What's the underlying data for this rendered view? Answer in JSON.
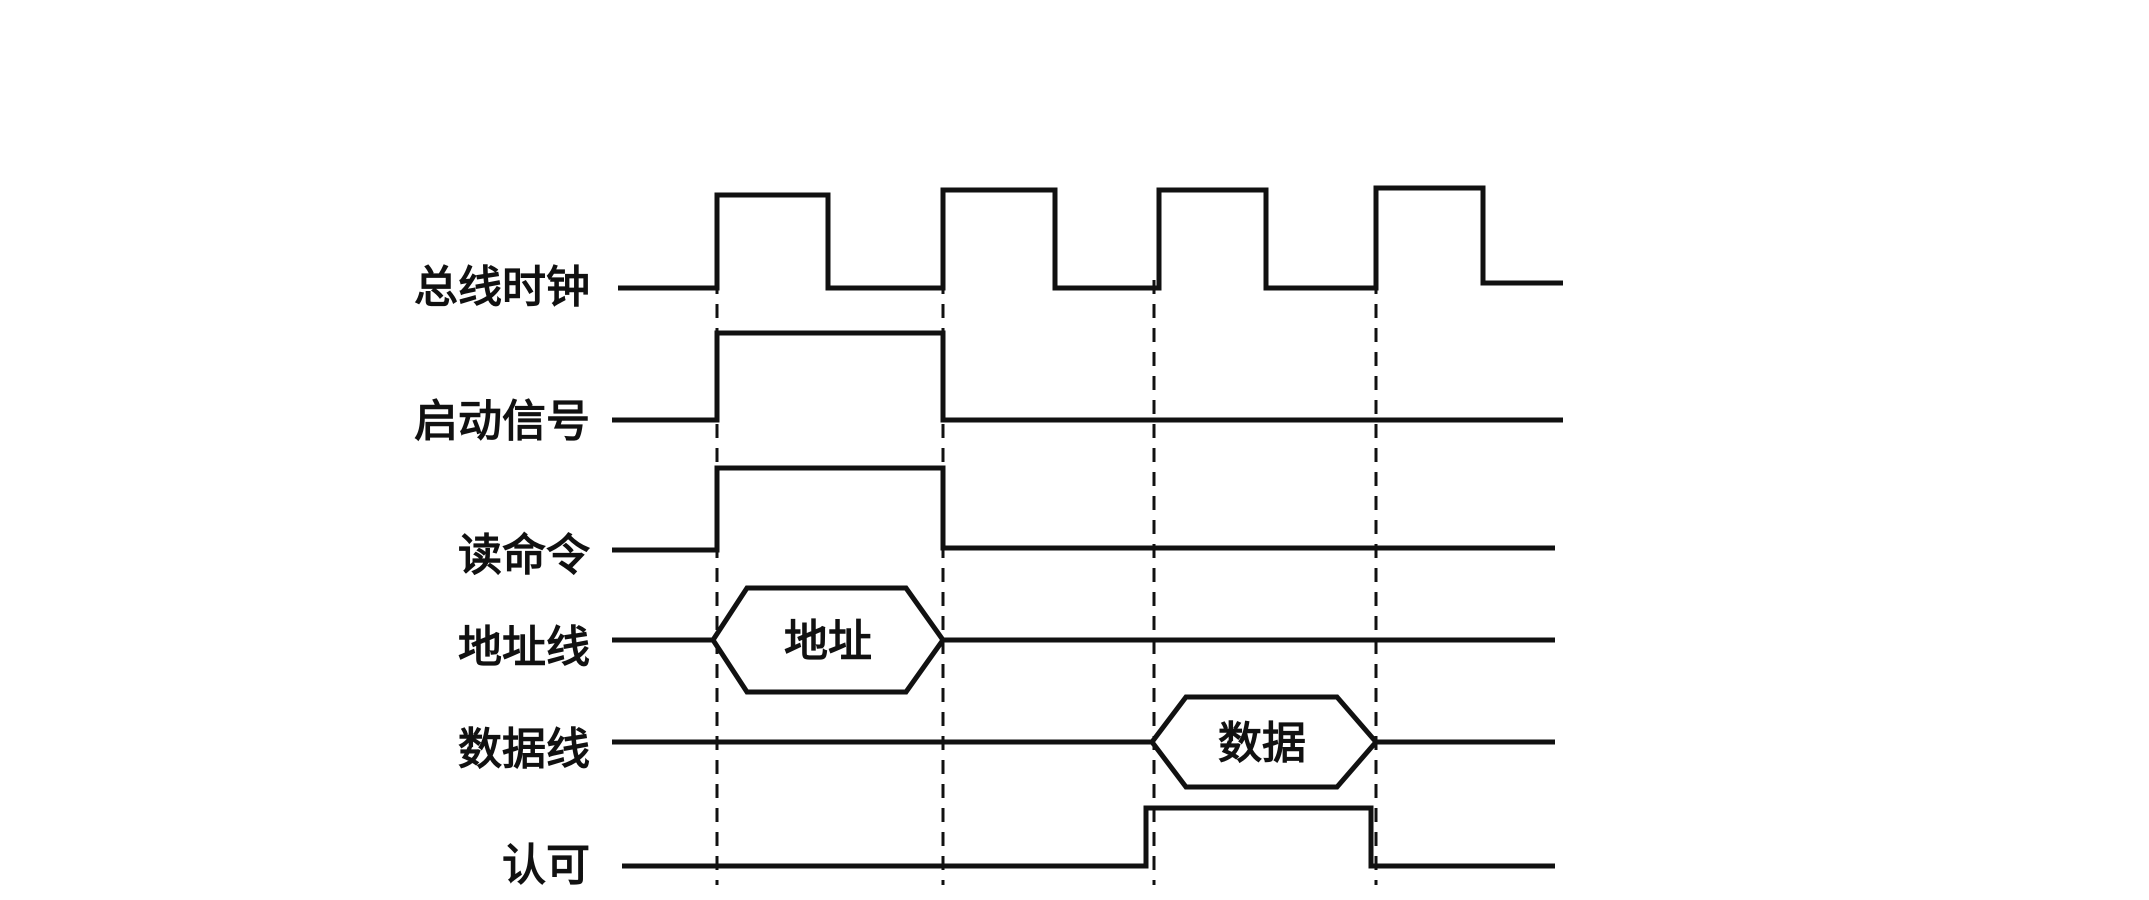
{
  "signals": [
    {
      "id": "clock",
      "label": "总线时钟"
    },
    {
      "id": "start",
      "label": "启动信号"
    },
    {
      "id": "read",
      "label": "读命令"
    },
    {
      "id": "addr",
      "label": "地址线",
      "bus_label": "地址"
    },
    {
      "id": "data",
      "label": "数据线",
      "bus_label": "数据"
    },
    {
      "id": "ack",
      "label": "认可"
    }
  ],
  "colors": {
    "line": "#111111",
    "background": "#ffffff"
  }
}
